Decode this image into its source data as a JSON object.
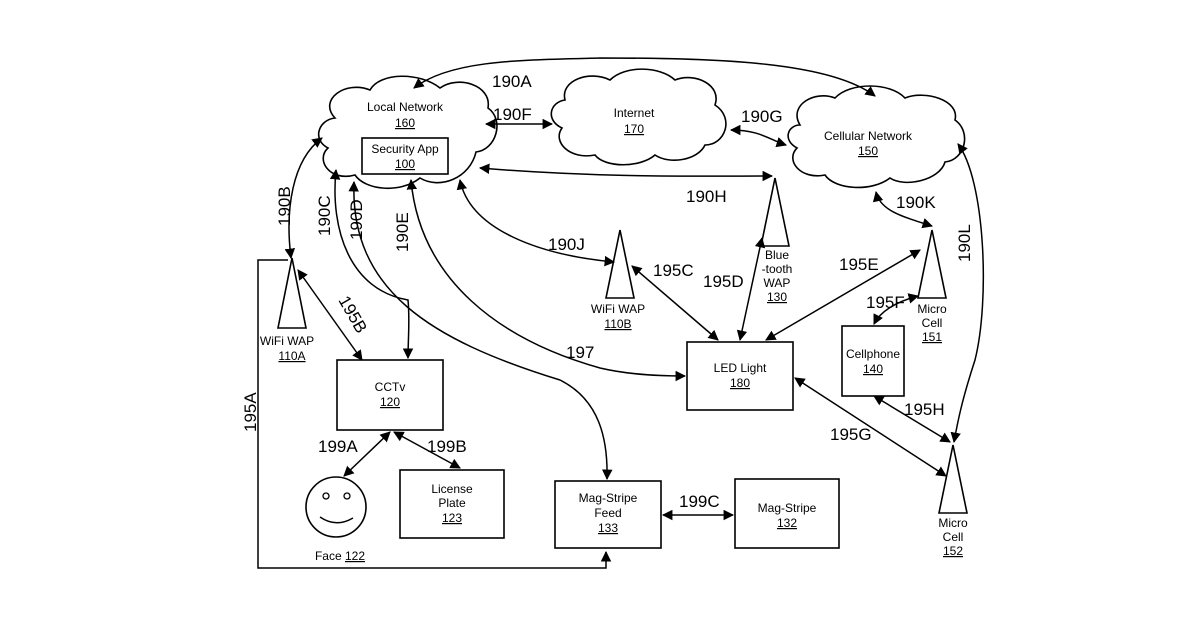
{
  "nodes": {
    "local_network": {
      "name": "Local Network",
      "ref": "160"
    },
    "security_app": {
      "name": "Security App",
      "ref": "100"
    },
    "internet": {
      "name": "Internet",
      "ref": "170"
    },
    "cellular_network": {
      "name": "Cellular Network",
      "ref": "150"
    },
    "wifi_wap_a": {
      "name": "WiFi WAP",
      "ref": "110A"
    },
    "wifi_wap_b": {
      "name": "WiFi WAP",
      "ref": "110B"
    },
    "bluetooth_wap": {
      "line1": "Blue",
      "line2": "-tooth",
      "line3": "WAP",
      "ref": "130"
    },
    "micro_cell_151": {
      "line1": "Micro",
      "line2": "Cell",
      "ref": "151"
    },
    "micro_cell_152": {
      "line1": "Micro",
      "line2": "Cell",
      "ref": "152"
    },
    "cctv": {
      "name": "CCTv",
      "ref": "120"
    },
    "led_light": {
      "name": "LED Light",
      "ref": "180"
    },
    "cellphone": {
      "name": "Cellphone",
      "ref": "140"
    },
    "license_plate": {
      "line1": "License",
      "line2": "Plate",
      "ref": "123"
    },
    "face": {
      "name": "Face",
      "ref": "122"
    },
    "mag_stripe_feed": {
      "line1": "Mag-Stripe",
      "line2": "Feed",
      "ref": "133"
    },
    "mag_stripe": {
      "name": "Mag-Stripe",
      "ref": "132"
    }
  },
  "connections": {
    "c190A": "190A",
    "c190B": "190B",
    "c190C": "190C",
    "c190D": "190D",
    "c190E": "190E",
    "c190F": "190F",
    "c190G": "190G",
    "c190H": "190H",
    "c190J": "190J",
    "c190K": "190K",
    "c190L": "190L",
    "c195A": "195A",
    "c195B": "195B",
    "c195C": "195C",
    "c195D": "195D",
    "c195E": "195E",
    "c195F": "195F",
    "c195G": "195G",
    "c195H": "195H",
    "c197": "197",
    "c199A": "199A",
    "c199B": "199B",
    "c199C": "199C"
  }
}
